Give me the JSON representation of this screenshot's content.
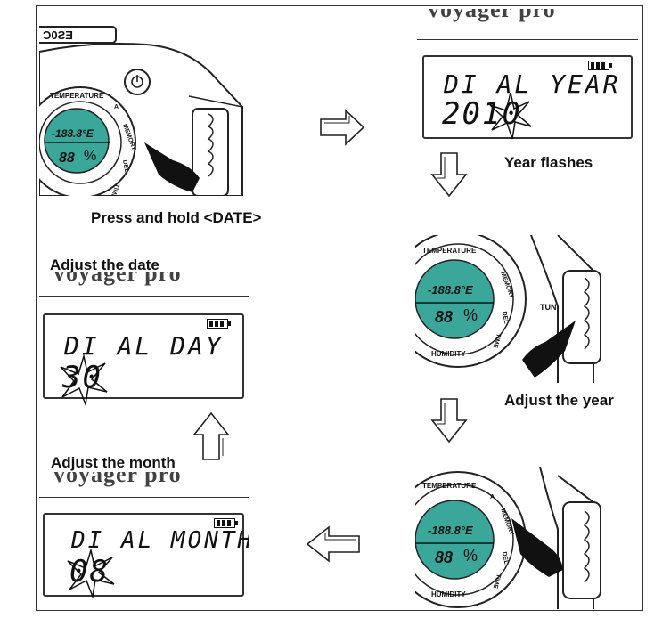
{
  "labels": {
    "press_hold": "Press and hold <DATE>",
    "year_flashes": "Year flashes",
    "adjust_year": "Adjust the year",
    "adjust_month": "Adjust the month",
    "adjust_date": "Adjust the date"
  },
  "device": {
    "brand": "voyager pro",
    "model_badge": "Ɔ0ƧƎ",
    "temperature_label": "TEMPERATURE",
    "humidity_label": "HUMIDITY",
    "memory_label": "MEMORY",
    "del_label": "DEL",
    "time_label": "TIME",
    "a_label": "A",
    "tun_label": "TUN",
    "inner_temp": "-188.8°E",
    "inner_hum": "88",
    "inner_pct": "%",
    "power_icon": "power-icon"
  },
  "screens": {
    "year": {
      "title": "DI AL YEAR",
      "value": "2010"
    },
    "day": {
      "title": "DI AL DAY",
      "value": "30"
    },
    "month": {
      "title": "DI AL MONTH",
      "value": "08"
    }
  },
  "colors": {
    "lcd_teal": "#3aa79a",
    "outline": "#222222"
  }
}
